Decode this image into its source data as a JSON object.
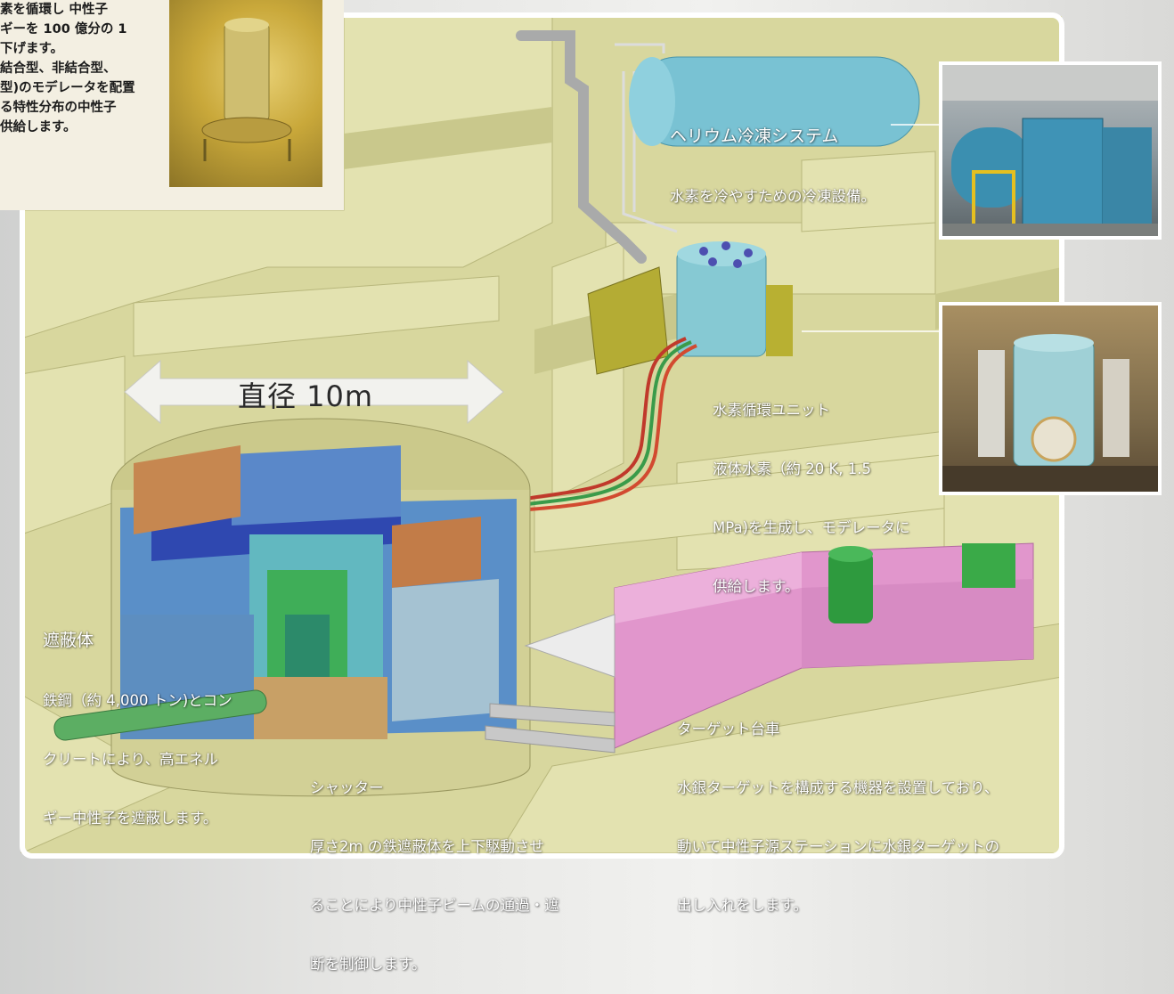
{
  "inset": {
    "lines": [
      "素を循環し 中性子",
      "ギーを 100 億分の 1",
      "下げます。",
      "結合型、非結合型、",
      "型)のモデレータを配置",
      "る特性分布の中性子",
      "供給します。"
    ]
  },
  "diameter_label": "直径 10m",
  "labels": {
    "helium": {
      "title": "ヘリウム冷凍システム",
      "body": "水素を冷やすための冷凍設備。"
    },
    "hydrogen": {
      "title": "水素循環ユニット",
      "body": [
        "液体水素（約 20 K, 1.5",
        "MPa)を生成し、モデレータに",
        "供給します。"
      ]
    },
    "shield": {
      "title": "遮蔽体",
      "body": [
        "鉄鋼（約 4,000 トン)とコン",
        "クリートにより、高エネル",
        "ギー中性子を遮蔽します。"
      ]
    },
    "shutter": {
      "title": "シャッター",
      "body": [
        "厚さ2m の鉄遮蔽体を上下駆動させ",
        "ることにより中性子ビームの通過・遮",
        "断を制御します。"
      ]
    },
    "target": {
      "title": "ターゲット台車",
      "body": [
        "水銀ターゲットを構成する機器を設置しており、",
        "動いて中性子源ステーションに水銀ターゲットの",
        "出し入れをします。"
      ]
    }
  },
  "colors": {
    "wall": "#d9d8a0",
    "tank": "#7fc8d6",
    "cart": "#e39ad0",
    "shield_blue": "#2f4fb3",
    "copper": "#c9874a"
  }
}
